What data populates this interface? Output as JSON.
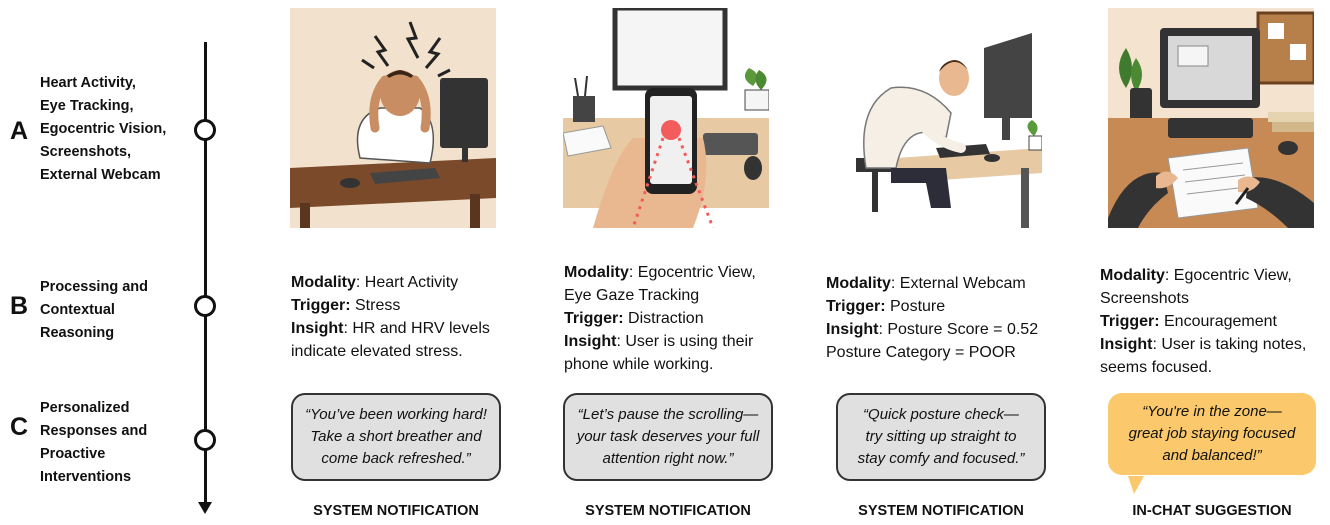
{
  "stages": [
    {
      "letter": "A",
      "lines": [
        "Heart Activity,",
        "Eye Tracking,",
        "Egocentric Vision,",
        "Screenshots,",
        "External Webcam"
      ]
    },
    {
      "letter": "B",
      "lines": [
        "Processing and",
        "Contextual",
        "Reasoning"
      ]
    },
    {
      "letter": "C",
      "lines": [
        "Personalized",
        "Responses and",
        "Proactive",
        "Interventions"
      ]
    }
  ],
  "panels": [
    {
      "illustration": "stressed-worker-illustration",
      "modality_label": "Modality",
      "modality_lines": [
        ": Heart Activity"
      ],
      "trigger_label": "Trigger:",
      "trigger": " Stress",
      "insight_label": "Insight",
      "insight_lines": [
        ": HR and HRV levels",
        "indicate elevated stress."
      ],
      "message_lines": [
        "“You’ve been working hard!",
        "Take a short breather and",
        "come back refreshed.”"
      ],
      "caption": "SYSTEM NOTIFICATION"
    },
    {
      "illustration": "phone-distraction-illustration",
      "modality_label": "Modality",
      "modality_lines": [
        ": Egocentric View,",
        "Eye Gaze Tracking"
      ],
      "trigger_label": "Trigger:",
      "trigger": " Distraction",
      "insight_label": "Insight",
      "insight_lines": [
        ": User is using their",
        "phone while working."
      ],
      "message_lines": [
        "“Let’s pause the scrolling—",
        "your task deserves your full",
        "attention right now.”"
      ],
      "caption": "SYSTEM NOTIFICATION"
    },
    {
      "illustration": "poor-posture-illustration",
      "modality_label": "Modality",
      "modality_lines": [
        ": External Webcam"
      ],
      "trigger_label": "Trigger:",
      "trigger": " Posture",
      "insight_label": "Insight",
      "insight_lines": [
        ": Posture Score = 0.52",
        "Posture Category = POOR"
      ],
      "message_lines": [
        "“Quick posture check—",
        "try sitting up straight to",
        "stay comfy and focused.”"
      ],
      "caption": "SYSTEM NOTIFICATION"
    },
    {
      "illustration": "taking-notes-illustration",
      "modality_label": "Modality",
      "modality_lines": [
        ": Egocentric View,",
        "Screenshots"
      ],
      "trigger_label": "Trigger:",
      "trigger": " Encouragement",
      "insight_label": "Insight",
      "insight_lines": [
        ": User is taking notes,",
        "seems focused."
      ],
      "message_lines": [
        "“You're in the zone—",
        "great job staying focused",
        "and balanced!”"
      ],
      "caption": "IN-CHAT SUGGESTION"
    }
  ],
  "colors": {
    "notification_bubble": "#e0e0e0",
    "chat_bubble": "#fbc96b",
    "illustration_background": "#f2e2cd",
    "gaze_dots": "#f25c5c"
  }
}
